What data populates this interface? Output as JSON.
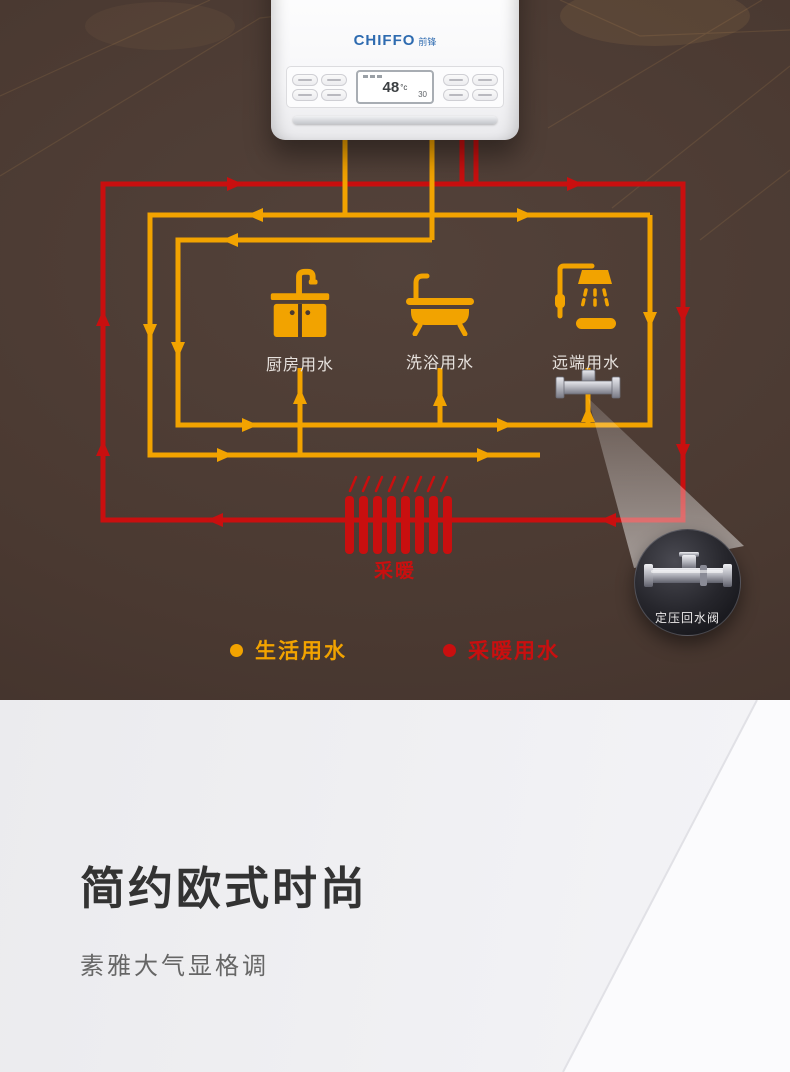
{
  "hero": {
    "background_color": "#4a3931",
    "boiler": {
      "brand": "CHIFFO",
      "brand_cn": "前锋",
      "display_temp": "48",
      "display_unit": "°c",
      "display_sub": "30"
    },
    "fixtures": [
      {
        "label": "厨房用水",
        "icon": "kitchen-sink-icon"
      },
      {
        "label": "洗浴用水",
        "icon": "bathtub-icon"
      },
      {
        "label": "远端用水",
        "icon": "shower-icon"
      }
    ],
    "heating_label": "采暖",
    "valve_label": "定压回水阀",
    "legend": [
      {
        "label": "生活用水",
        "color": "#f2a300"
      },
      {
        "label": "采暖用水",
        "color": "#c90f0f"
      }
    ]
  },
  "style_section": {
    "title": "简约欧式时尚",
    "subtitle": "素雅大气显格调"
  }
}
